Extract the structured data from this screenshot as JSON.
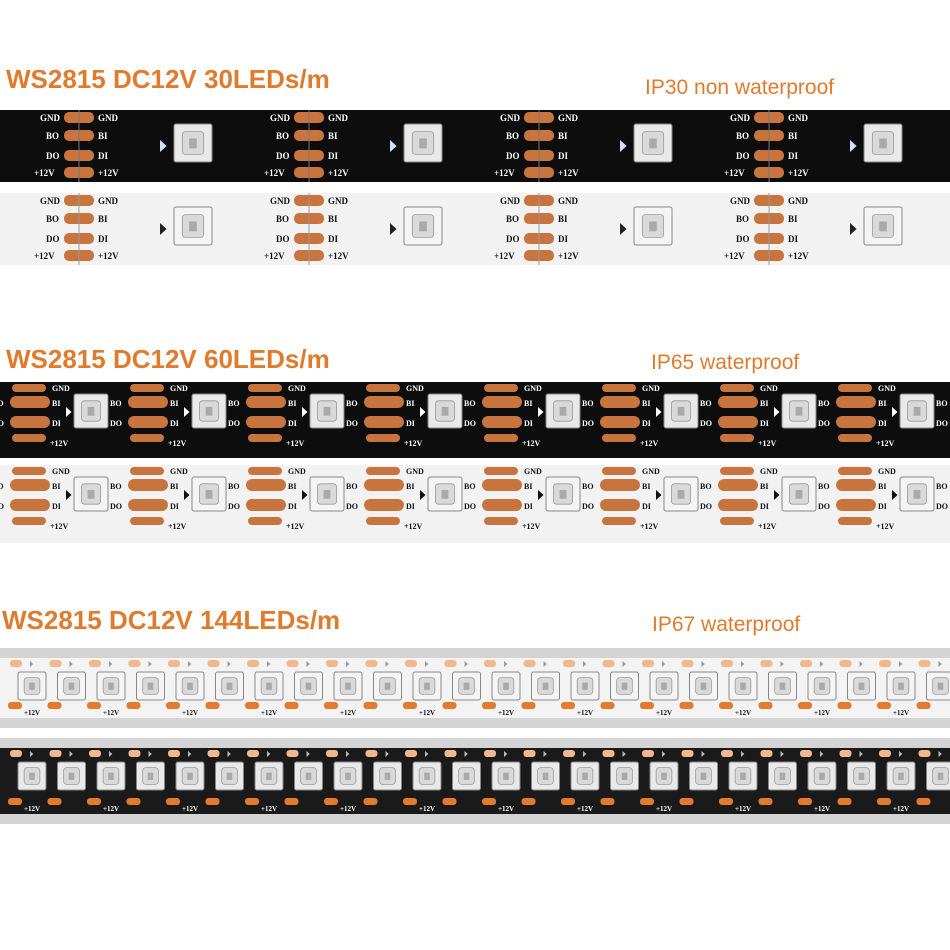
{
  "sections": [
    {
      "title": "WS2815 DC12V 30LEDs/m",
      "rating": "IP30 non waterproof",
      "strips": [
        {
          "name": "strip-30-black-pcb",
          "pcb": "black"
        },
        {
          "name": "strip-30-white-pcb",
          "pcb": "white"
        }
      ]
    },
    {
      "title": "WS2815 DC12V  60LEDs/m",
      "rating": "IP65 waterproof",
      "strips": [
        {
          "name": "strip-60-black-pcb",
          "pcb": "black"
        },
        {
          "name": "strip-60-white-pcb",
          "pcb": "white"
        }
      ]
    },
    {
      "title": "WS2815 DC12V 144LEDs/m",
      "rating": "IP67 waterproof",
      "strips": [
        {
          "name": "strip-144-white-pcb",
          "pcb": "white"
        },
        {
          "name": "strip-144-black-pcb",
          "pcb": "black"
        }
      ]
    }
  ],
  "pad_labels": {
    "gnd": "GND",
    "bo": "BO",
    "bi": "BI",
    "do": "DO",
    "di": "DI",
    "v12": "+12V"
  },
  "colors": {
    "accent": "#e07b2e",
    "pad": "#c8743f",
    "pcb_black": "#0d0d0d",
    "pcb_white": "#f2f2f2"
  }
}
